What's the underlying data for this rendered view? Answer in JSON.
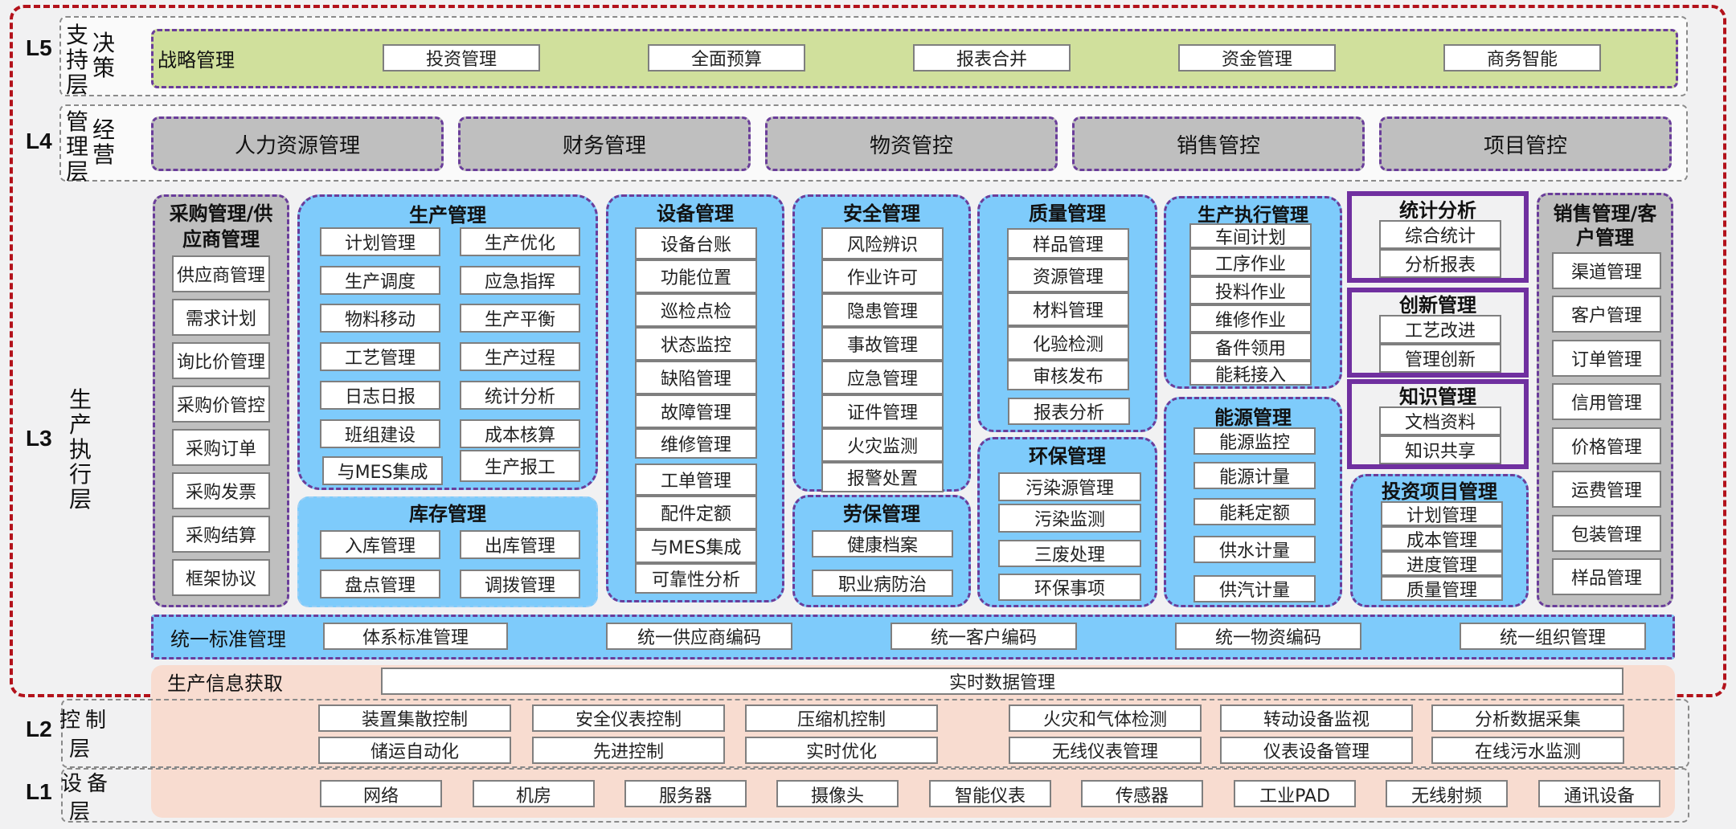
{
  "levels": {
    "L5": {
      "code": "L5",
      "name_col1": "支持层",
      "name_col2": "决策"
    },
    "L4": {
      "code": "L4",
      "name_col1": "管理层",
      "name_col2": "经营"
    },
    "L3": {
      "code": "L3",
      "name": "生产执行层"
    },
    "L2": {
      "code": "L2",
      "name_col1": "控制",
      "name_col2": "层"
    },
    "L1": {
      "code": "L1",
      "name_col1": "设备",
      "name_col2": "层"
    }
  },
  "l5": {
    "title": "战略管理",
    "items": [
      "投资管理",
      "全面预算",
      "报表合并",
      "资金管理",
      "商务智能"
    ]
  },
  "l4": {
    "items": [
      "人力资源管理",
      "财务管理",
      "物资管控",
      "销售管控",
      "项目管控"
    ]
  },
  "l3": {
    "procurement": {
      "title": "采购管理/供应商管理",
      "title_line1": "采购管理/供",
      "title_line2": "应商管理",
      "items": [
        "供应商管理",
        "需求计划",
        "询比价管理",
        "采购价管控",
        "采购订单",
        "采购发票",
        "采购结算",
        "框架协议"
      ]
    },
    "production": {
      "title": "生产管理",
      "left": [
        "计划管理",
        "生产调度",
        "物料移动",
        "工艺管理",
        "日志日报",
        "班组建设",
        "与MES集成"
      ],
      "right": [
        "生产优化",
        "应急指挥",
        "生产平衡",
        "生产过程",
        "统计分析",
        "成本核算",
        "生产报工"
      ]
    },
    "inventory": {
      "title": "库存管理",
      "items": [
        "入库管理",
        "出库管理",
        "盘点管理",
        "调拨管理"
      ]
    },
    "equipment": {
      "title": "设备管理",
      "items": [
        "设备台账",
        "功能位置",
        "巡检点检",
        "状态监控",
        "缺陷管理",
        "故障管理",
        "维修管理"
      ],
      "items2": [
        "工单管理",
        "配件定额",
        "与MES集成",
        "可靠性分析"
      ]
    },
    "safety": {
      "title": "安全管理",
      "items": [
        "风险辨识",
        "作业许可",
        "隐患管理",
        "事故管理",
        "应急管理",
        "证件管理",
        "火灾监测",
        "报警处置"
      ]
    },
    "labor": {
      "title": "劳保管理",
      "items": [
        "健康档案",
        "职业病防治"
      ]
    },
    "quality": {
      "title": "质量管理",
      "items": [
        "样品管理",
        "资源管理",
        "材料管理",
        "化验检测",
        "审核发布"
      ],
      "extra": "报表分析"
    },
    "environment": {
      "title": "环保管理",
      "items": [
        "污染源管理",
        "污染监测",
        "三废处理",
        "环保事项"
      ]
    },
    "mes": {
      "title": "生产执行管理",
      "items": [
        "车间计划",
        "工序作业",
        "投料作业",
        "维修作业",
        "备件领用",
        "能耗接入"
      ]
    },
    "energy": {
      "title": "能源管理",
      "items": [
        "能源监控",
        "能源计量",
        "能耗定额",
        "供水计量",
        "供汽计量"
      ]
    },
    "statistics": {
      "title": "统计分析",
      "items": [
        "综合统计",
        "分析报表"
      ]
    },
    "innovation": {
      "title": "创新管理",
      "items": [
        "工艺改进",
        "管理创新"
      ]
    },
    "knowledge": {
      "title": "知识管理",
      "items": [
        "文档资料",
        "知识共享"
      ]
    },
    "investment": {
      "title": "投资项目管理",
      "items": [
        "计划管理",
        "成本管理",
        "进度管理",
        "质量管理"
      ]
    },
    "sales": {
      "title": "销售管理/客户管理",
      "title_line1": "销售管理/客",
      "title_line2": "户管理",
      "items": [
        "渠道管理",
        "客户管理",
        "订单管理",
        "信用管理",
        "价格管理",
        "运费管理",
        "包装管理",
        "样品管理"
      ]
    },
    "standards": {
      "title": "统一标准管理",
      "items": [
        "体系标准管理",
        "统一供应商编码",
        "统一客户编码",
        "统一物资编码",
        "统一组织管理"
      ]
    },
    "info_acquisition": {
      "title": "生产信息获取",
      "item": "实时数据管理"
    }
  },
  "l2": {
    "row1": [
      "装置集散控制",
      "安全仪表控制",
      "压缩机控制",
      "火灾和气体检测",
      "转动设备监视",
      "分析数据采集"
    ],
    "row2": [
      "储运自动化",
      "先进控制",
      "实时优化",
      "无线仪表管理",
      "仪表设备管理",
      "在线污水监测"
    ]
  },
  "l1": {
    "items": [
      "网络",
      "机房",
      "服务器",
      "摄像头",
      "智能仪表",
      "传感器",
      "工业PAD",
      "无线射频",
      "通讯设备"
    ]
  },
  "colors": {
    "red_frame": "#b3121b",
    "purple_dash": "#6a3d9a",
    "purple_solid": "#7030a0",
    "green": "#d0e09c",
    "grey": "#bfbfbf",
    "blue": "#7ecbfb",
    "peach": "#f8dcd0"
  }
}
